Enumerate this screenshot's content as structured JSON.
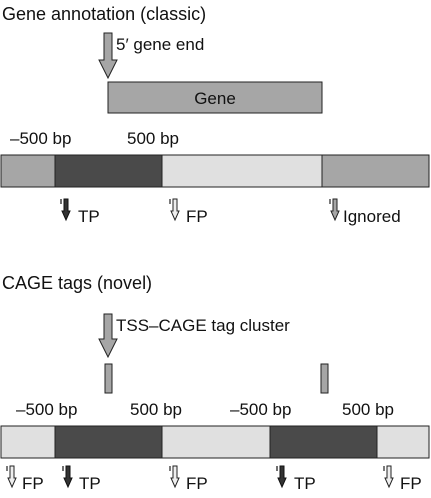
{
  "panel_a": {
    "title": "Gene annotation (classic)",
    "arrow_label": "5′ gene end",
    "gene_label": "Gene",
    "bp_minus": "–500 bp",
    "bp_plus": "500 bp",
    "markers": {
      "tp": "TP",
      "fp": "FP",
      "ignored": "Ignored"
    }
  },
  "panel_b": {
    "title": "CAGE tags (novel)",
    "arrow_label": "TSS–CAGE tag cluster",
    "bp_minus_1": "–500 bp",
    "bp_plus_1": "500 bp",
    "bp_minus_2": "–500 bp",
    "bp_plus_2": "500 bp",
    "markers": {
      "fp_1": "FP",
      "tp_1": "TP",
      "fp_2": "FP",
      "tp_2": "TP",
      "fp_3": "FP"
    }
  },
  "colors": {
    "dark": "#4a4a4a",
    "medium": "#a6a6a6",
    "light": "#e0e0e0",
    "outline": "#222222"
  }
}
